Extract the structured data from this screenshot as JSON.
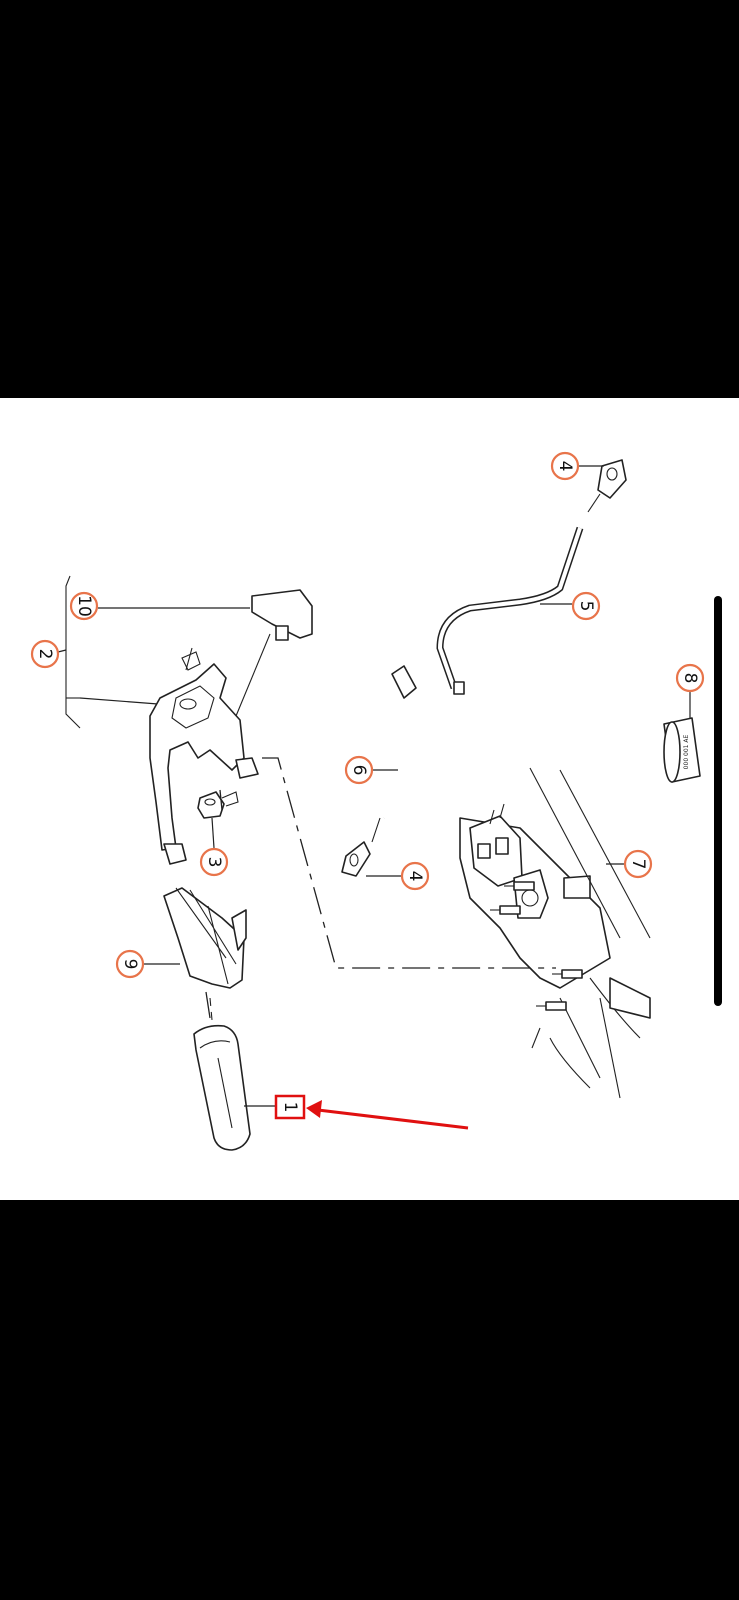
{
  "diagram": {
    "callouts": [
      {
        "id": "c10",
        "label": "10"
      },
      {
        "id": "c2",
        "label": "2"
      },
      {
        "id": "c3",
        "label": "3"
      },
      {
        "id": "c9",
        "label": "9"
      },
      {
        "id": "c1",
        "label": "1"
      },
      {
        "id": "c4a",
        "label": "4"
      },
      {
        "id": "c5",
        "label": "5"
      },
      {
        "id": "c6",
        "label": "6"
      },
      {
        "id": "c4b",
        "label": "4"
      },
      {
        "id": "c8",
        "label": "8"
      },
      {
        "id": "c7",
        "label": "7"
      }
    ],
    "part_markings": {
      "sleeve_text": "000 001 AE"
    },
    "colors": {
      "screen_bg": "#000000",
      "panel_bg": "#ffffff",
      "callout_border": "#e8744a",
      "highlight": "#e01010"
    }
  }
}
